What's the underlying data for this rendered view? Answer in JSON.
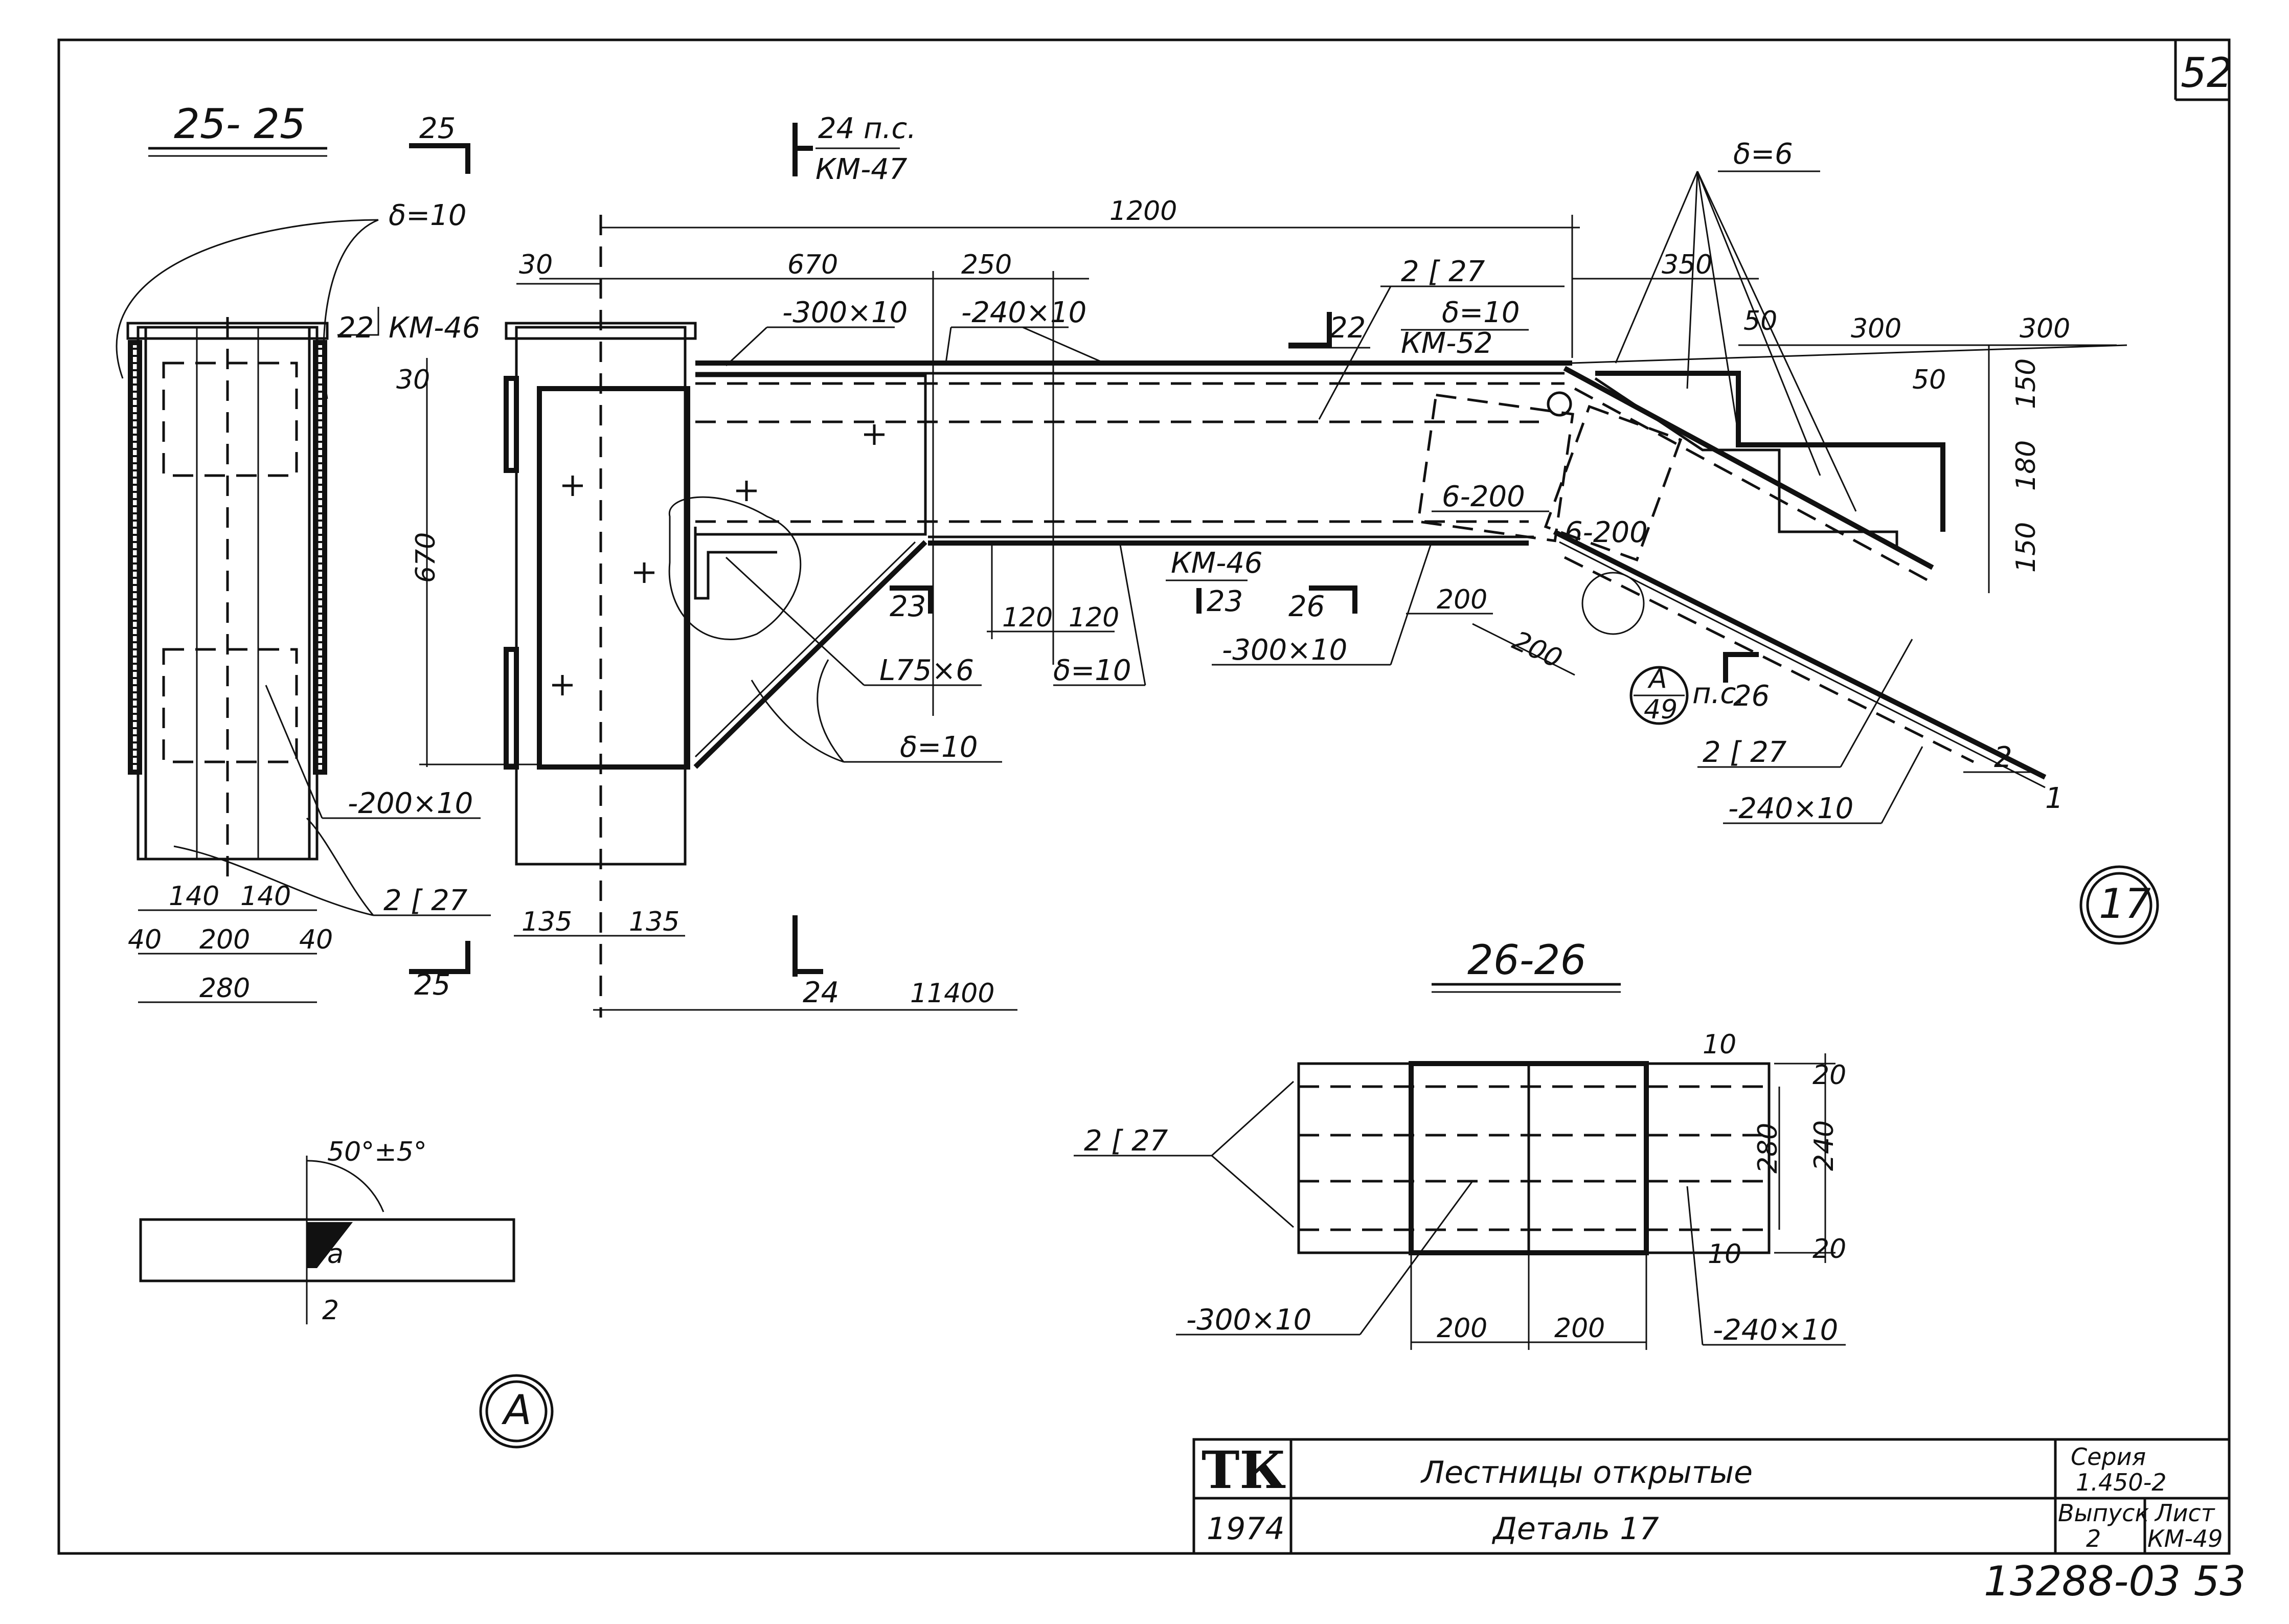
{
  "sheet_number": "52",
  "stamp_number": "13288-03  53",
  "detail_circle": "17",
  "detail_a_circle": "A",
  "section_25": {
    "title": "25- 25",
    "cut_mark": "25",
    "plate_thickness": "δ=10",
    "ref": "22",
    "ref_sheet": "КМ-46",
    "plate": "-200×10",
    "channel": "2 [ 27",
    "dims": [
      "140",
      "140",
      "40",
      "200",
      "40",
      "280",
      "135",
      "135",
      "30",
      "30",
      "670"
    ]
  },
  "elevation": {
    "cut_24_ref": "24 п.с.",
    "cut_24_sheet": "КМ-47",
    "cut_24_bottom": "24",
    "len_1200": "1200",
    "len_670": "670",
    "len_250": "250",
    "plate_top_1": "-300×10",
    "plate_top_2": "-240×10",
    "channel_top": "2 [ 27",
    "delta_top": "δ=10",
    "sheet_top": "КМ-52",
    "ref_22": "22",
    "delta_6": "δ=6",
    "d350": "350",
    "d50a": "50",
    "d300a": "300",
    "d300b": "300",
    "d50b": "50",
    "d150a": "150",
    "d180": "180",
    "d150b": "150",
    "bolts_a": "6-200",
    "bolts_b": "6-200",
    "ref_23": "23",
    "ref_26": "26",
    "km46": "КМ-46",
    "d120a": "120",
    "d120b": "120",
    "angle": "L75×6",
    "delta_bottom": "δ=10",
    "plate_bottom": "-300×10",
    "d200a": "200",
    "d200b": "200",
    "callout_a": "A",
    "callout_sheet": "49",
    "callout_ps": "п.с.",
    "ref_26b": "26",
    "channel_bottom": "2 [ 27",
    "plate_right": "-240×10",
    "num_2": "2",
    "num_1": "1",
    "delta_gusset": "δ=10",
    "elev_11400": "11400"
  },
  "section_26": {
    "title": "26-26",
    "channel": "2 [ 27",
    "plate_left": "-300×10",
    "plate_right": "-240×10",
    "d200a": "200",
    "d200b": "200",
    "d10a": "10",
    "d10b": "10",
    "d20a": "20",
    "d20b": "20",
    "d280": "280",
    "d240": "240"
  },
  "detail_a": {
    "angle": "50°±5°",
    "gap": "2",
    "a": "a"
  },
  "title_block": {
    "logo": "ТК",
    "title": "Лестницы открытые",
    "year": "1974",
    "detail": "Деталь 17",
    "series_label": "Серия",
    "series_value": "1.450-2",
    "issue_label": "Выпуск",
    "issue_value": "2",
    "sheet_label": "Лист",
    "sheet_value": "КМ-49"
  }
}
